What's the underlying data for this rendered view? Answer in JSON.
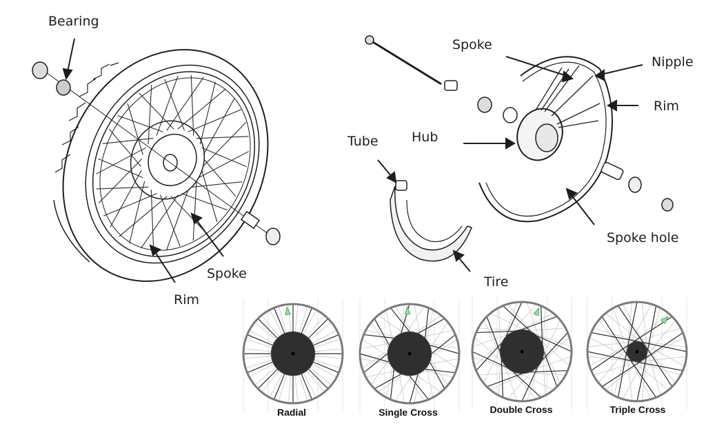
{
  "figure": {
    "title": "Motorcycle wire-spoke wheel anatomy and spoke lacing patterns"
  },
  "assembled_wheel": {
    "labels": {
      "bearing": "Bearing",
      "spoke": "Spoke",
      "rim": "Rim"
    }
  },
  "exploded_wheel": {
    "labels": {
      "spoke": "Spoke",
      "nipple": "Nipple",
      "rim": "Rim",
      "hub": "Hub",
      "tube": "Tube",
      "spoke_hole": "Spoke hole",
      "tire": "Tire"
    }
  },
  "lacing_patterns": [
    {
      "name": "Radial",
      "crosses": 0,
      "hub_size": "large"
    },
    {
      "name": "Single Cross",
      "crosses": 1,
      "hub_size": "large"
    },
    {
      "name": "Double Cross",
      "crosses": 2,
      "hub_size": "large"
    },
    {
      "name": "Triple Cross",
      "crosses": 3,
      "hub_size": "small"
    }
  ],
  "colors": {
    "line": "#1e1e1e",
    "rim_gray": "#7a7a7a",
    "hub_dark": "#2f2f2f",
    "angle_marker": "#4caf50",
    "faint_spoke": "#d0d0d0"
  }
}
